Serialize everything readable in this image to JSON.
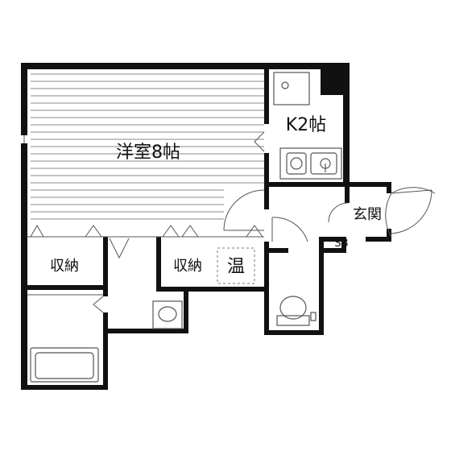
{
  "rooms": {
    "western_room": "洋室8帖",
    "kitchen": "K2帖",
    "storage_left": "収納",
    "storage_right": "収納",
    "water_heater": "温",
    "entrance": "玄関",
    "shoe_box": "SB"
  },
  "colors": {
    "wall": "#111111",
    "line": "#555555",
    "light_line": "#999999",
    "background": "#ffffff"
  }
}
